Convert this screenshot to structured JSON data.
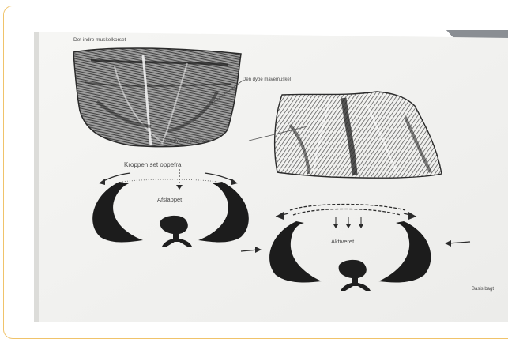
{
  "photo": {
    "header_text": "Det indre muskelkorset",
    "labels": {
      "deep_belly_muscle": "Den dybe mavemuskel",
      "deep_back_muscle": "Den dybe rygmuskel",
      "body_from_above": "Kroppen set oppefra",
      "relaxed": "Afslappet",
      "activated": "Aktiveret",
      "basis_truncated": "Basis bagt"
    },
    "colors": {
      "paper": "#f2f2f0",
      "paper_shadow": "#e7e7e4",
      "ink": "#2f2f2f",
      "frame_border": "#f0c36a"
    }
  }
}
